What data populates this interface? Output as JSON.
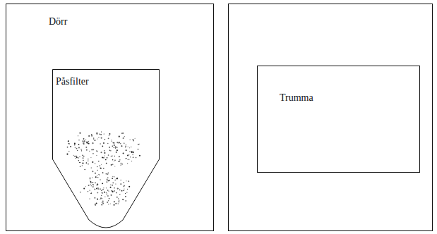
{
  "diagram": {
    "nodes": [
      {
        "text": [
          "Dörr"
        ]
      },
      {
        "text": [
          "Påsfilter"
        ],
        "in": 0
      },
      {
        "text": [
          "Trumma"
        ]
      }
    ]
  }
}
